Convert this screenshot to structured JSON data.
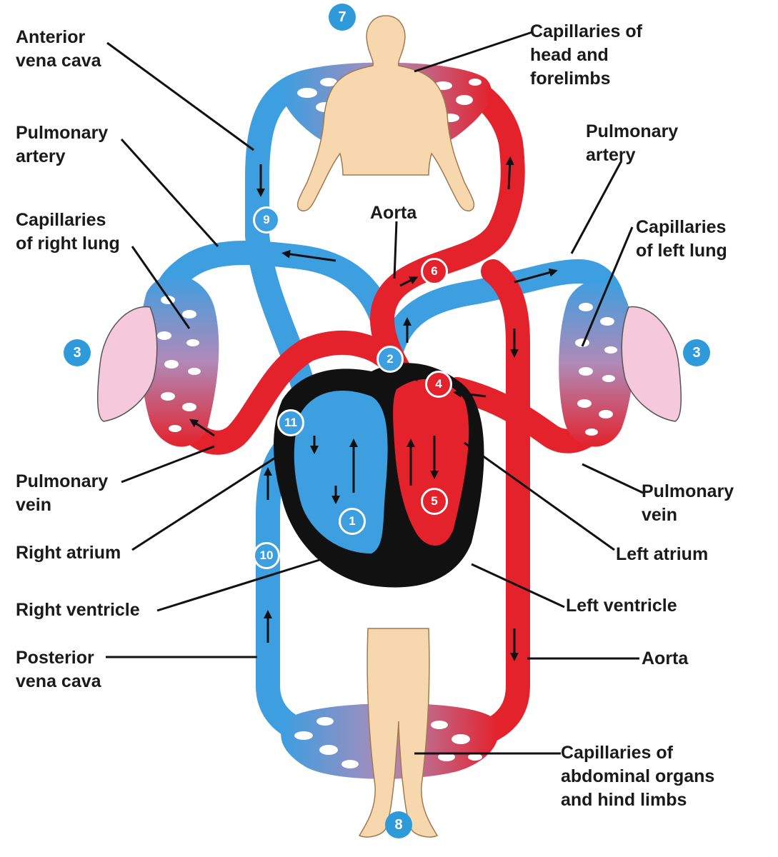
{
  "labels": {
    "anterior_vena_cava": "Anterior\nvena cava",
    "pulmonary_artery_left": "Pulmonary\nartery",
    "capillaries_right_lung": "Capillaries\nof right lung",
    "pulmonary_vein_left": "Pulmonary\nvein",
    "right_atrium": "Right atrium",
    "right_ventricle": "Right ventricle",
    "posterior_vena_cava": "Posterior\nvena cava",
    "capillaries_head": "Capillaries of\nhead and\nforelimbs",
    "pulmonary_artery_right": "Pulmonary\nartery",
    "capillaries_left_lung": "Capillaries\nof left lung",
    "aorta_top": "Aorta",
    "pulmonary_vein_right": "Pulmonary\nvein",
    "left_atrium": "Left atrium",
    "left_ventricle": "Left ventricle",
    "aorta_bottom": "Aorta",
    "capillaries_abdominal": "Capillaries of\nabdominal organs\nand hind limbs"
  },
  "steps": [
    "1",
    "2",
    "3",
    "3",
    "4",
    "5",
    "6",
    "7",
    "8",
    "9",
    "10",
    "11"
  ],
  "colors": {
    "oxygen_poor": "#3d9ee0",
    "oxygen_rich": "#e3222c",
    "heart": "#111111",
    "body": "#f7d7ae",
    "lung": "#f5c8dc",
    "badge": "#2f9ad9"
  }
}
